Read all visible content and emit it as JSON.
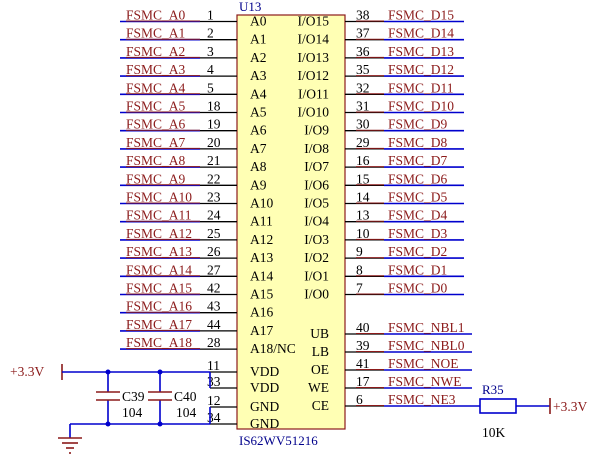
{
  "chip": {
    "designator": "U13",
    "part": "IS62WV51216",
    "left_pins": [
      {
        "net": "FSMC_A0",
        "num": "1",
        "name": "A0"
      },
      {
        "net": "FSMC_A1",
        "num": "2",
        "name": "A1"
      },
      {
        "net": "FSMC_A2",
        "num": "3",
        "name": "A2"
      },
      {
        "net": "FSMC_A3",
        "num": "4",
        "name": "A3"
      },
      {
        "net": "FSMC_A4",
        "num": "5",
        "name": "A4"
      },
      {
        "net": "FSMC_A5",
        "num": "18",
        "name": "A5"
      },
      {
        "net": "FSMC_A6",
        "num": "19",
        "name": "A6"
      },
      {
        "net": "FSMC_A7",
        "num": "20",
        "name": "A7"
      },
      {
        "net": "FSMC_A8",
        "num": "21",
        "name": "A8"
      },
      {
        "net": "FSMC_A9",
        "num": "22",
        "name": "A9"
      },
      {
        "net": "FSMC_A10",
        "num": "23",
        "name": "A10"
      },
      {
        "net": "FSMC_A11",
        "num": "24",
        "name": "A11"
      },
      {
        "net": "FSMC_A12",
        "num": "25",
        "name": "A12"
      },
      {
        "net": "FSMC_A13",
        "num": "26",
        "name": "A13"
      },
      {
        "net": "FSMC_A14",
        "num": "27",
        "name": "A14"
      },
      {
        "net": "FSMC_A15",
        "num": "42",
        "name": "A15"
      },
      {
        "net": "FSMC_A16",
        "num": "43",
        "name": "A16"
      },
      {
        "net": "FSMC_A17",
        "num": "44",
        "name": "A17"
      },
      {
        "net": "FSMC_A18",
        "num": "28",
        "name": "A18/NC"
      }
    ],
    "power_pins": [
      {
        "num": "11",
        "name": "VDD"
      },
      {
        "num": "33",
        "name": "VDD"
      },
      {
        "num": "12",
        "name": "GND"
      },
      {
        "num": "34",
        "name": "GND"
      }
    ],
    "right_pins": [
      {
        "net": "FSMC_D15",
        "num": "38",
        "name": "I/O15"
      },
      {
        "net": "FSMC_D14",
        "num": "37",
        "name": "I/O14"
      },
      {
        "net": "FSMC_D13",
        "num": "36",
        "name": "I/O13"
      },
      {
        "net": "FSMC_D12",
        "num": "35",
        "name": "I/O12"
      },
      {
        "net": "FSMC_D11",
        "num": "32",
        "name": "I/O11"
      },
      {
        "net": "FSMC_D10",
        "num": "31",
        "name": "I/O10"
      },
      {
        "net": "FSMC_D9",
        "num": "30",
        "name": "I/O9"
      },
      {
        "net": "FSMC_D8",
        "num": "29",
        "name": "I/O8"
      },
      {
        "net": "FSMC_D7",
        "num": "16",
        "name": "I/O7"
      },
      {
        "net": "FSMC_D6",
        "num": "15",
        "name": "I/O6"
      },
      {
        "net": "FSMC_D5",
        "num": "14",
        "name": "I/O5"
      },
      {
        "net": "FSMC_D4",
        "num": "13",
        "name": "I/O4"
      },
      {
        "net": "FSMC_D3",
        "num": "10",
        "name": "I/O3"
      },
      {
        "net": "FSMC_D2",
        "num": "9",
        "name": "I/O2"
      },
      {
        "net": "FSMC_D1",
        "num": "8",
        "name": "I/O1"
      },
      {
        "net": "FSMC_D0",
        "num": "7",
        "name": "I/O0"
      }
    ],
    "ctrl_pins": [
      {
        "net": "FSMC_NBL1",
        "num": "40",
        "name": "UB"
      },
      {
        "net": "FSMC_NBL0",
        "num": "39",
        "name": "LB"
      },
      {
        "net": "FSMC_NOE",
        "num": "41",
        "name": "OE"
      },
      {
        "net": "FSMC_NWE",
        "num": "17",
        "name": "WE"
      },
      {
        "net": "FSMC_NE3",
        "num": "6",
        "name": "CE"
      }
    ]
  },
  "power_left": "+3.3V",
  "power_right": "+3.3V",
  "caps": [
    {
      "ref": "C39",
      "value": "104"
    },
    {
      "ref": "C40",
      "value": "104"
    }
  ],
  "resistor": {
    "ref": "R35",
    "value": "10K"
  }
}
